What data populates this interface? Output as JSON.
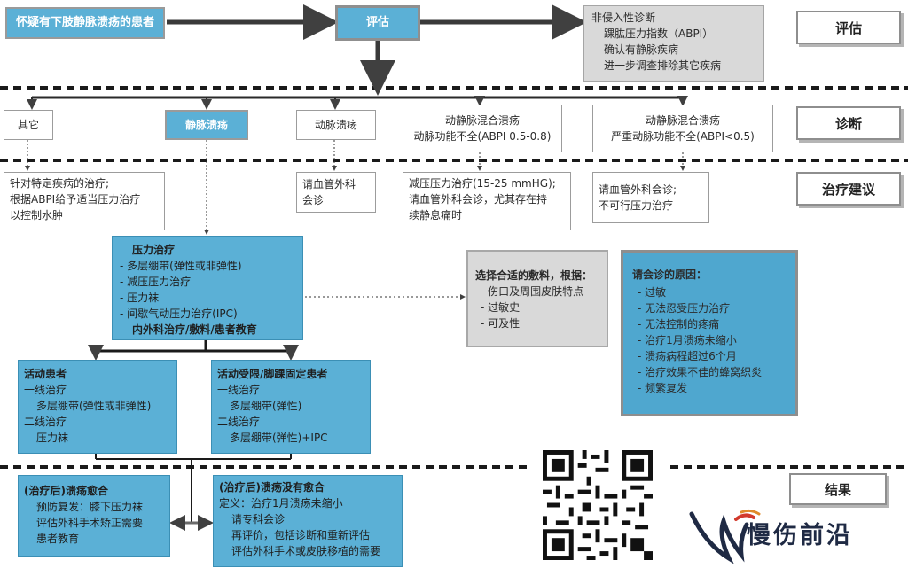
{
  "labels": {
    "evaluate": "评估",
    "diagnose": "诊断",
    "treat": "治疗建议",
    "result": "结果"
  },
  "top": {
    "suspect": "怀疑有下肢静脉溃疡的患者",
    "evaluate": "评估",
    "noninvasive": [
      "非侵入性诊断",
      "踝肱压力指数（ABPI）",
      "确认有静脉疾病",
      "进一步调查排除其它疾病"
    ]
  },
  "diagnosis": {
    "other": "其它",
    "venous": "静脉溃疡",
    "arterial": "动脉溃疡",
    "mixed1": [
      "动静脉混合溃疡",
      "动脉功能不全(ABPI 0.5-0.8)"
    ],
    "mixed2": [
      "动静脉混合溃疡",
      "严重动脉功能不全(ABPI<0.5)"
    ]
  },
  "treatment": {
    "other": [
      "针对特定疾病的治疗;",
      "根据ABPI给予适当压力治疗",
      "以控制水肿"
    ],
    "arterial": [
      "请血管外科",
      "会诊"
    ],
    "mixed1": [
      "减压压力治疗(15-25 mmHG);",
      "请血管外科会诊，尤其存在持",
      "续静息痛时"
    ],
    "mixed2": [
      "请血管外科会诊;",
      "不可行压力治疗"
    ]
  },
  "compression": {
    "title": "压力治疗",
    "items": [
      "多层绷带(弹性或非弹性)",
      "减压压力治疗",
      "压力袜",
      "间歇气动压力治疗(IPC)"
    ],
    "footer": "内外科治疗/敷料/患者教育"
  },
  "dressing": {
    "title": "选择合适的敷料，根据：",
    "items": [
      "伤口及周围皮肤特点",
      "过敏史",
      "可及性"
    ]
  },
  "referral": {
    "title": "请会诊的原因：",
    "items": [
      "过敏",
      "无法忍受压力治疗",
      "无法控制的疼痛",
      "治疗1月溃疡未缩小",
      "溃疡病程超过6个月",
      "治疗效果不佳的蜂窝织炎",
      "频繁复发"
    ]
  },
  "active": {
    "title": "活动患者",
    "lines": [
      "一线治疗",
      "多层绷带(弹性或非弹性)",
      "二线治疗",
      "压力袜"
    ]
  },
  "limited": {
    "title": "活动受限/脚踝固定患者",
    "lines": [
      "一线治疗",
      "多层绷带(弹性)",
      "二线治疗",
      "多层绷带(弹性)+IPC"
    ]
  },
  "healed": {
    "title": "(治疗后)溃疡愈合",
    "lines": [
      "预防复发：膝下压力袜",
      "评估外科手术矫正需要",
      "患者教育"
    ]
  },
  "unhealed": {
    "title": "(治疗后)溃疡没有愈合",
    "lines": [
      "定义：治疗1月溃疡未缩小",
      "请专科会诊",
      "再评价，包括诊断和重新评估",
      "评估外科手术或皮肤移植的需要"
    ]
  },
  "brand": {
    "name": "慢伤前沿"
  }
}
